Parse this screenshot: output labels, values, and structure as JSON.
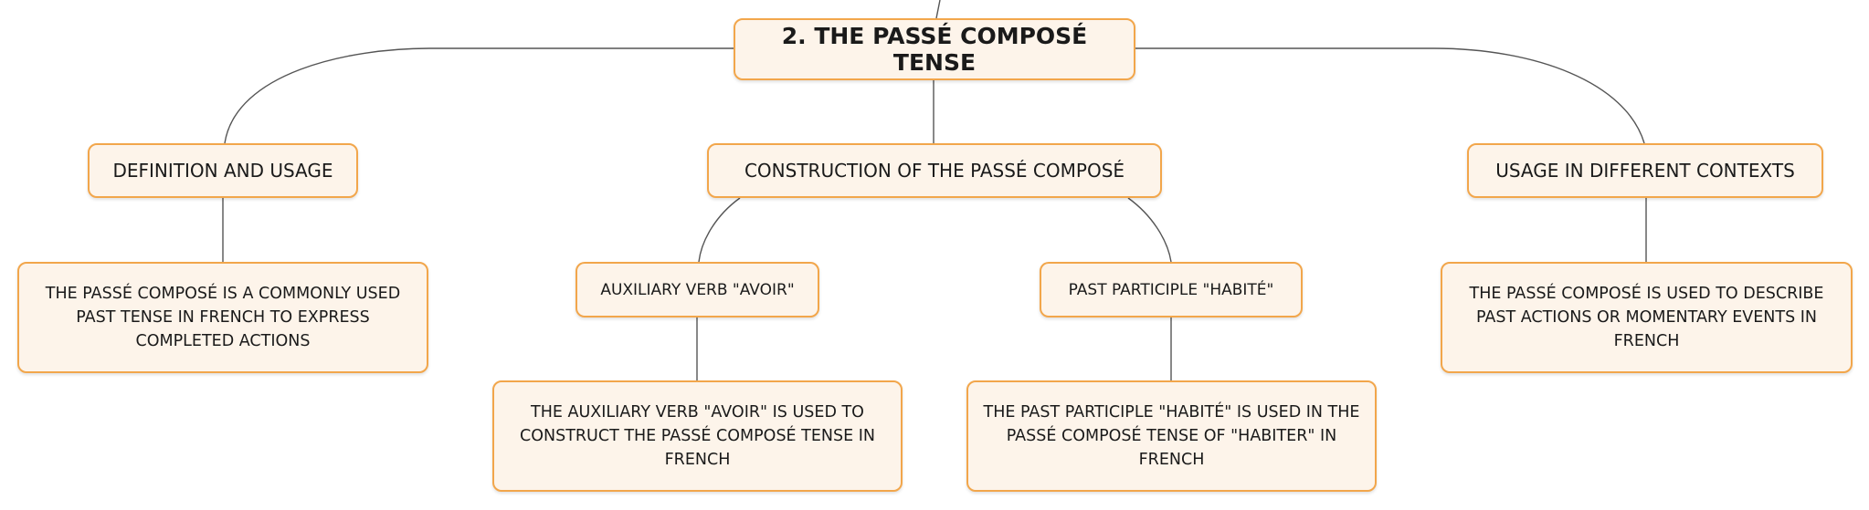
{
  "root": {
    "label": "2. THE PASSÉ COMPOSÉ TENSE"
  },
  "branches": {
    "definition": {
      "label": "DEFINITION AND USAGE",
      "detail": "THE PASSÉ COMPOSÉ IS A COMMONLY USED PAST TENSE IN FRENCH TO EXPRESS COMPLETED ACTIONS"
    },
    "construction": {
      "label": "CONSTRUCTION OF THE PASSÉ COMPOSÉ",
      "auxiliary": {
        "label": "AUXILIARY VERB \"AVOIR\"",
        "detail": "THE AUXILIARY VERB \"AVOIR\" IS USED TO CONSTRUCT THE PASSÉ COMPOSÉ TENSE IN FRENCH"
      },
      "participle": {
        "label": "PAST PARTICIPLE \"HABITÉ\"",
        "detail": "THE PAST PARTICIPLE \"HABITÉ\" IS USED IN THE PASSÉ COMPOSÉ TENSE OF \"HABITER\" IN FRENCH"
      }
    },
    "contexts": {
      "label": "USAGE IN DIFFERENT CONTEXTS",
      "detail": "THE PASSÉ COMPOSÉ IS USED TO DESCRIBE PAST ACTIONS OR MOMENTARY EVENTS IN FRENCH"
    }
  }
}
